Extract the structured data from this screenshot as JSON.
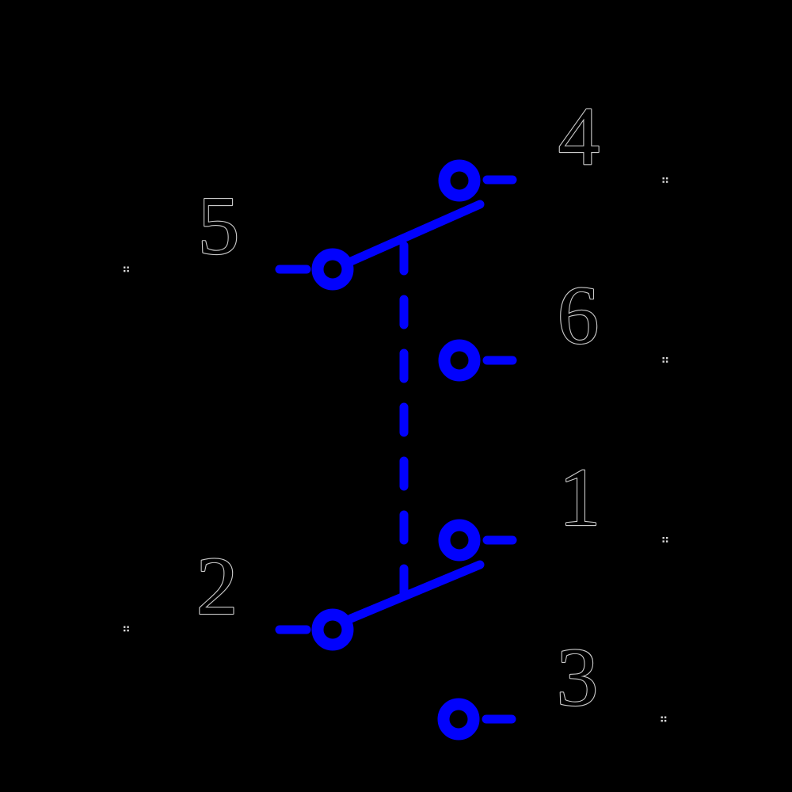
{
  "colors": {
    "background": "#000000",
    "wire": "#0202fd",
    "label_fill": "#000000",
    "label_outline": "#c9c9c9",
    "pin_marker": "#d9d9d9"
  },
  "pins": [
    {
      "label": "1"
    },
    {
      "label": "2"
    },
    {
      "label": "3"
    },
    {
      "label": "4"
    },
    {
      "label": "5"
    },
    {
      "label": "6"
    }
  ]
}
